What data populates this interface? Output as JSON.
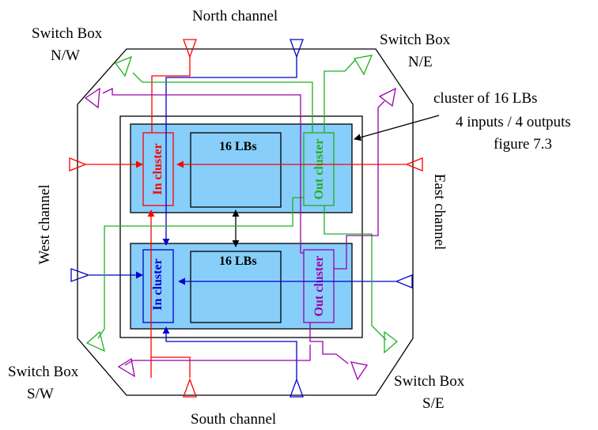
{
  "labels": {
    "north_channel": "North channel",
    "south_channel": "South channel",
    "west_channel": "West channel",
    "east_channel": "East channel",
    "switch_box_nw": {
      "line1": "Switch Box",
      "line2": "N/W"
    },
    "switch_box_ne": {
      "line1": "Switch Box",
      "line2": "N/E"
    },
    "switch_box_sw": {
      "line1": "Switch Box",
      "line2": "S/W"
    },
    "switch_box_se": {
      "line1": "Switch Box",
      "line2": "S/E"
    },
    "annotation": {
      "line1": "cluster of 16 LBs",
      "line2": "4 inputs / 4 outputs",
      "line3": "figure 7.3"
    }
  },
  "clusters": {
    "top": {
      "lbs_label": "16 LBs",
      "in_label": "In cluster",
      "out_label": "Out cluster"
    },
    "bottom": {
      "lbs_label": "16 LBs",
      "in_label": "In cluster",
      "out_label": "Out cluster"
    }
  },
  "colors": {
    "cluster_fill": "#87cefa",
    "red": "#ff0000",
    "green": "#20b020",
    "blue": "#0000cc",
    "purple": "#9900aa",
    "outline": "#000000"
  }
}
